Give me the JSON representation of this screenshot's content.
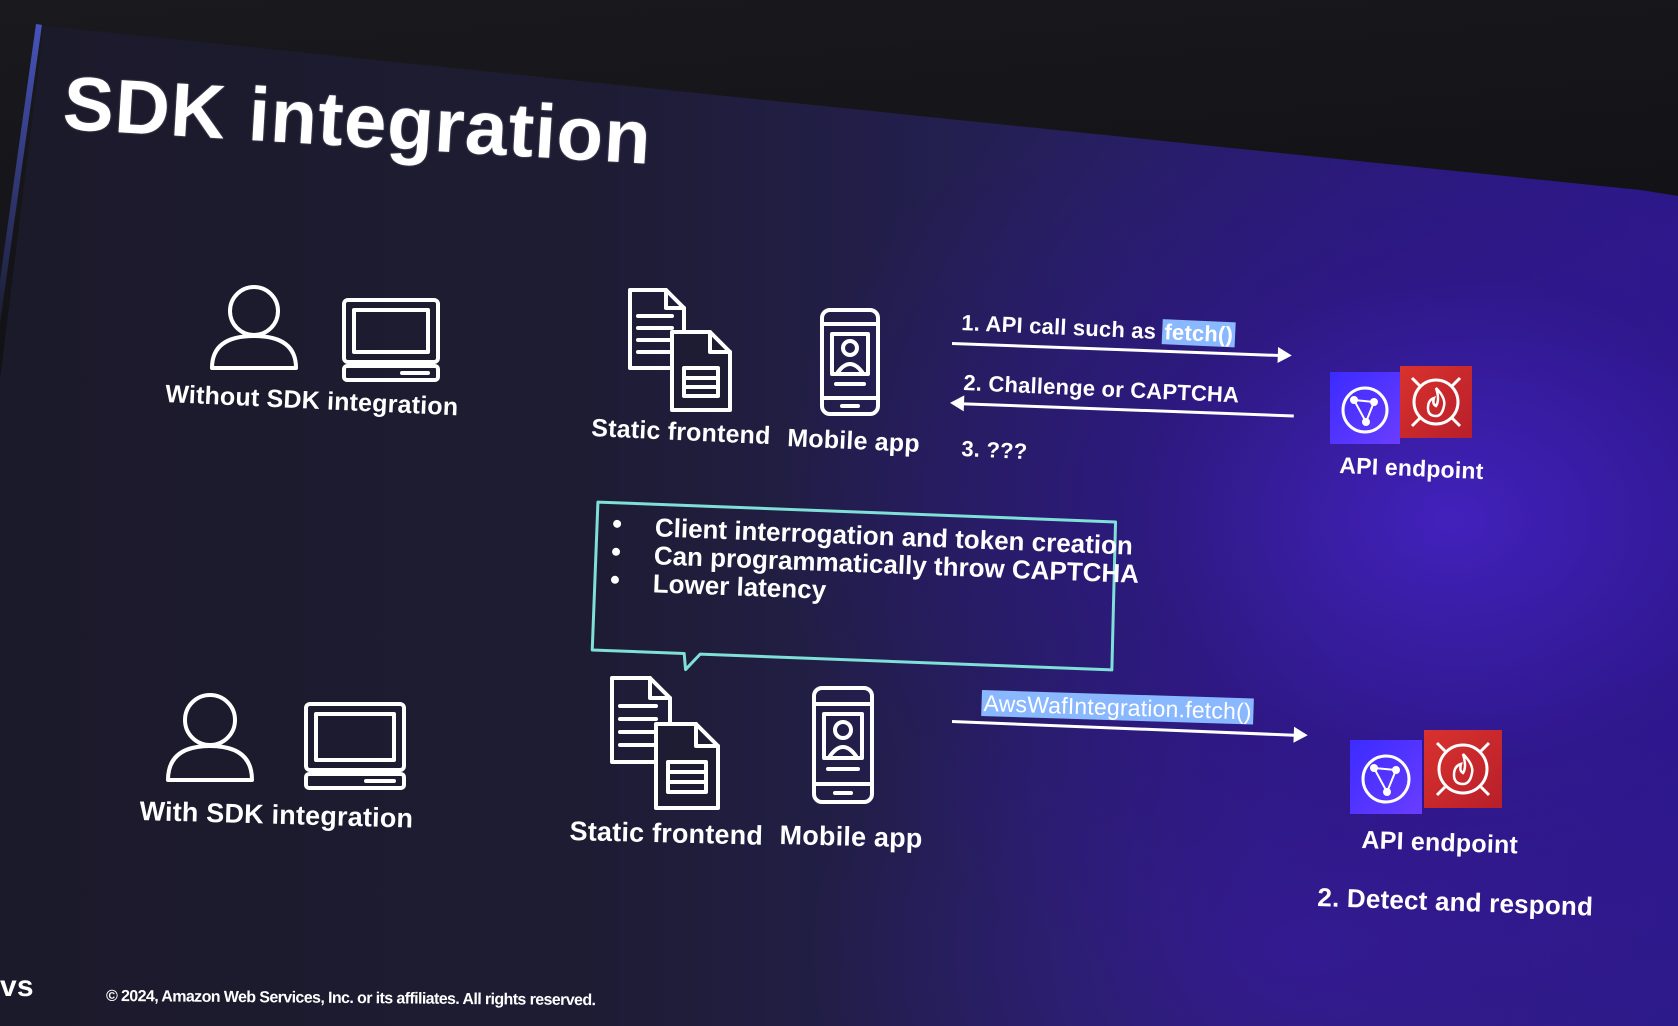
{
  "slide": {
    "title": "SDK integration",
    "footer_copyright": "© 2024, Amazon Web Services, Inc. or its affiliates. All rights reserved.",
    "aws_logo_fragment": "vs"
  },
  "without_sdk": {
    "label": "Without SDK integration",
    "static_frontend_label": "Static frontend",
    "mobile_app_label": "Mobile app",
    "step1_prefix": "1. API call such as ",
    "step1_code": "fetch()",
    "step2": "2. Challenge or CAPTCHA",
    "step3": "3. ???",
    "api_endpoint_label": "API endpoint"
  },
  "callout": {
    "bullets": [
      "Client interrogation and token creation",
      "Can programmatically throw CAPTCHA",
      "Lower latency"
    ]
  },
  "with_sdk": {
    "label": "With SDK integration",
    "static_frontend_label": "Static frontend",
    "mobile_app_label": "Mobile app",
    "call_code": "AwsWafIntegration.fetch()",
    "api_endpoint_label": "API endpoint",
    "detect_respond": "2. Detect and respond"
  },
  "icons": {
    "user": "user-icon",
    "laptop": "laptop-icon",
    "documents": "documents-icon",
    "mobile": "mobile-phone-icon",
    "cloudfront": "cloudfront-icon",
    "waf": "waf-firewall-icon"
  },
  "colors": {
    "service_blue": "#4a33ff",
    "service_red": "#d12d2c",
    "callout_border": "#7fe0d8",
    "code_highlight": "#8ab8ff"
  }
}
